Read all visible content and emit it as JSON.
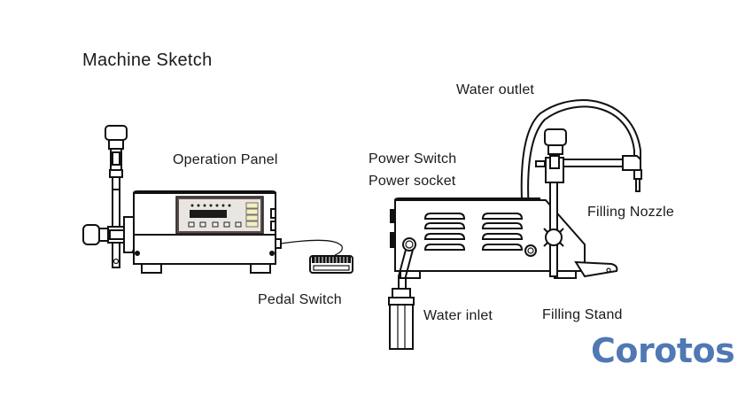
{
  "diagram": {
    "title": "Machine Sketch",
    "labels": {
      "operation_panel": "Operation Panel",
      "pedal_switch": "Pedal Switch",
      "water_outlet": "Water outlet",
      "power_switch": "Power Switch",
      "power_socket": "Power socket",
      "filling_nozzle": "Filling Nozzle",
      "water_inlet": "Water inlet",
      "filling_stand": "Filling Stand"
    },
    "panel": {
      "display_color": "#1b1b1b",
      "button_color": "#f3efbf"
    }
  },
  "watermark": {
    "text": "Corotos",
    "color": "#4f78b4"
  }
}
